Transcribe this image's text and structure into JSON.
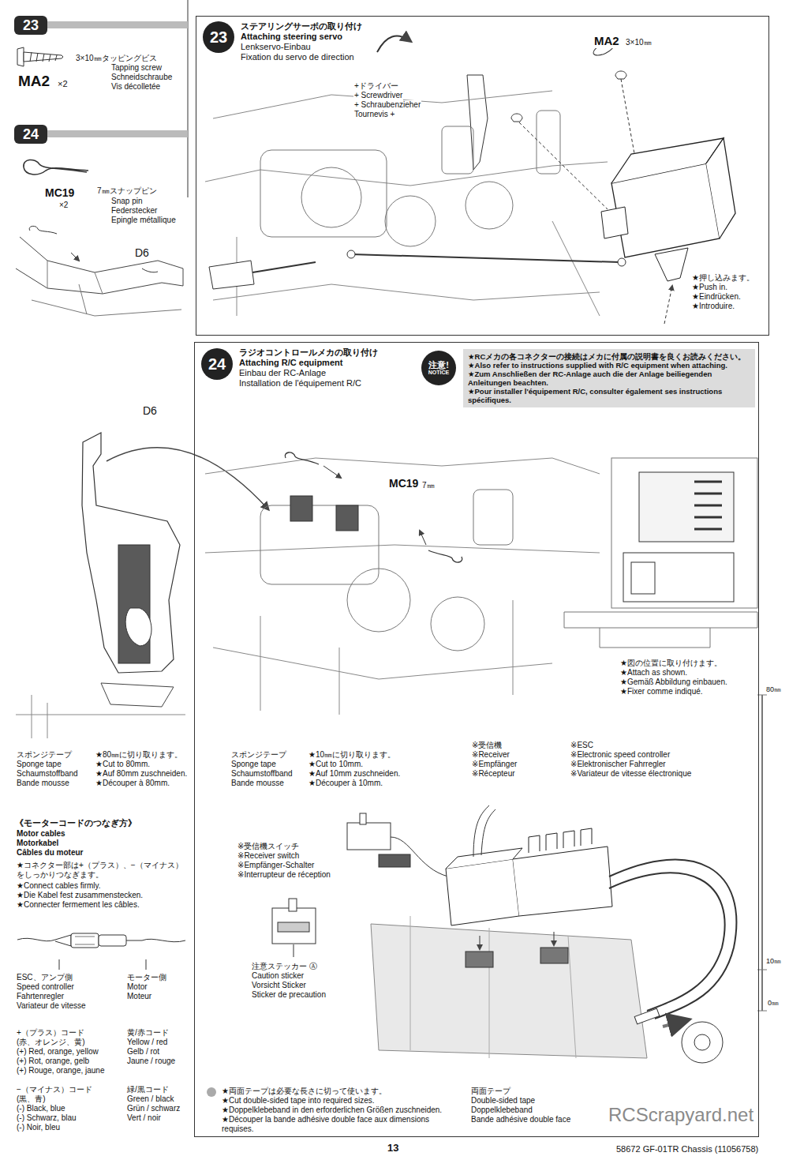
{
  "diagram": {
    "nodes": [
      {
        "text": [
          "23"
        ]
      },
      {
        "text": [
          "24"
        ]
      },
      {
        "text": [
          "ステアリングサーボの取り付け",
          "Attaching steering servo",
          "Lenkservo-Einbau",
          "Fixation du servo de direction"
        ]
      },
      {
        "text": [
          "23"
        ],
        "in": 2
      },
      {
        "text": [
          "ラジオコントロールメカの取り付け",
          "Attaching R/C equipment",
          "Einbau der RC-Anlage",
          "Installation de l'équipement R/C"
        ]
      },
      {
        "text": [
          "24"
        ],
        "in": 4
      },
      {
        "text": [
          "注意!",
          "NOTICE"
        ],
        "in": 4
      },
      {
        "text": [
          "★RCメカの各コネクターの接続はメカに付属の説明書を良くお読みください。",
          "★Also refer to instructions supplied with R/C equipment when attaching.",
          "★Zum Anschließen der RC-Anlage auch die der Anlage beiliegenden Anleitungen beachten.",
          "★Pour installer l'équipement R/C, consulter également ses instructions spécifiques."
        ],
        "in": 4
      }
    ],
    "labels": [
      "3×10㎜タッピングビス",
      "Tapping screw",
      "Schneidschraube",
      "Vis décolletée",
      "MA2",
      "×2",
      "MC19",
      "×2",
      "7㎜スナップピン",
      "Snap pin",
      "Federstecker",
      "Epingle métallique",
      "D6",
      "D6",
      "MA2",
      "3×10㎜",
      "+ドライバー",
      "+ Screwdriver",
      "+ Schraubenzieher",
      "Tournevis +",
      "★押し込みます。",
      "★Push in.",
      "★Eindrücken.",
      "★Introduire.",
      "MC19",
      "7㎜",
      "★図の位置に取り付けます。",
      "★Attach as shown.",
      "★Gemäß Abbildung einbauen.",
      "★Fixer comme indiqué.",
      "80㎜",
      "10㎜",
      "0㎜",
      "スポンジテープ",
      "Sponge tape",
      "Schaumstoffband",
      "Bande mousse",
      "★80㎜に切り取ります。",
      "★Cut to 80mm.",
      "★Auf 80mm zuschneiden.",
      "★Découper à 80mm.",
      "スポンジテープ",
      "Sponge tape",
      "Schaumstoffband",
      "Bande mousse",
      "★10㎜に切り取ります。",
      "★Cut to 10mm.",
      "★Auf 10mm zuschneiden.",
      "★Découper à 10mm.",
      "※受信機",
      "※Receiver",
      "※Empfänger",
      "※Récepteur",
      "※ESC",
      "※Electronic speed controller",
      "※Elektronischer Fahrregler",
      "※Variateur de vitesse électronique",
      "※受信機スイッチ",
      "※Receiver switch",
      "※Empfänger-Schalter",
      "※Interrupteur de réception",
      "注意ステッカー Ⓐ",
      "Caution sticker",
      "Vorsicht Sticker",
      "Sticker de precaution",
      "両面テープ",
      "Double-sided tape",
      "Doppelklebeband",
      "Bande adhésive double face",
      "《モーターコードのつなぎ方》",
      "Motor cables",
      "Motorkabel",
      "Câbles du moteur",
      "★コネクター部は+（プラス）、−（マイナス）をしっかりつなぎます。",
      "★Connect cables firmly.",
      "★Die Kabel fest zusammenstecken.",
      "★Connecter fermement les câbles.",
      "ESC、アンプ側",
      "Speed controller",
      "Fahrtenregler",
      "Variateur de vitesse",
      "モーター側",
      "Motor",
      "Moteur",
      "+（プラス）コード",
      "(赤、オレンジ、黄)",
      "(+) Red, orange, yellow",
      "(+) Rot, orange, gelb",
      "(+) Rouge, orange, jaune",
      "黄/赤コード",
      "Yellow / red",
      "Gelb / rot",
      "Jaune / rouge",
      "−（マイナス）コード",
      "(黒、青)",
      "(-) Black, blue",
      "(-) Schwarz, blau",
      "(-) Noir, bleu",
      "緑/黒コード",
      "Green / black",
      "Grün / schwarz",
      "Vert / noir",
      "★両面テープは必要な長さに切って使います。",
      "★Cut double-sided tape into required sizes.",
      "★Doppelklebeband in den erforderlichen Größen zuschneiden.",
      "★Découper la bande adhésive double face aux dimensions requises.",
      "13",
      "58672 GF-01TR Chassis (11056758)",
      "RCScrapyard.net"
    ]
  }
}
